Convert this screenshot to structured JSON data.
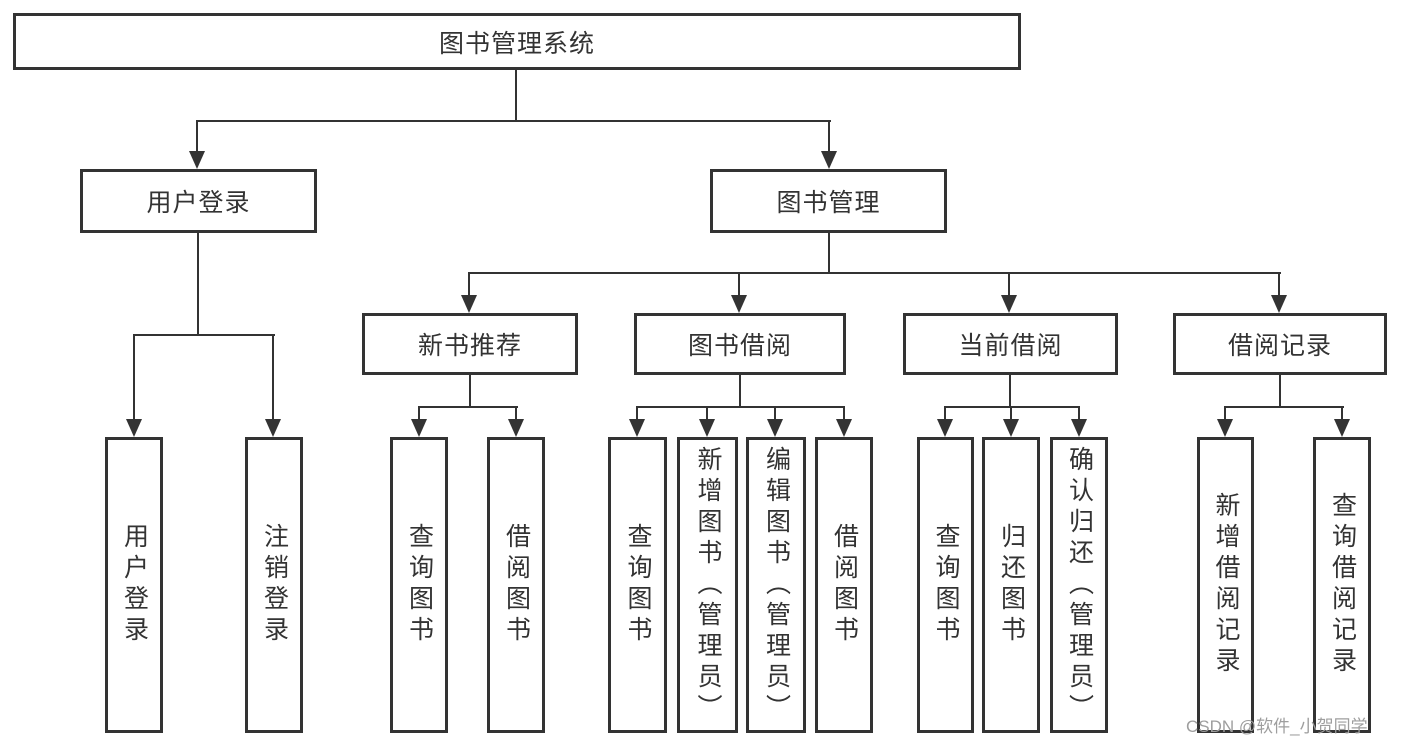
{
  "tree": {
    "label": "图书管理系统",
    "children": [
      {
        "label": "用户登录",
        "children": [
          {
            "label": "用户登录"
          },
          {
            "label": "注销登录"
          }
        ]
      },
      {
        "label": "图书管理",
        "children": [
          {
            "label": "新书推荐",
            "children": [
              {
                "label": "查询图书"
              },
              {
                "label": "借阅图书"
              }
            ]
          },
          {
            "label": "图书借阅",
            "children": [
              {
                "label": "查询图书"
              },
              {
                "label": "新增图书（管理员）"
              },
              {
                "label": "编辑图书（管理员）"
              },
              {
                "label": "借阅图书"
              }
            ]
          },
          {
            "label": "当前借阅",
            "children": [
              {
                "label": "查询图书"
              },
              {
                "label": "归还图书"
              },
              {
                "label": "确认归还（管理员）"
              }
            ]
          },
          {
            "label": "借阅记录",
            "children": [
              {
                "label": "新增借阅记录"
              },
              {
                "label": "查询借阅记录"
              }
            ]
          }
        ]
      }
    ]
  },
  "watermark": {
    "text": "CSDN @软件_小贺同学"
  },
  "colors": {
    "line": "#333333",
    "box_bg": "#ffffff",
    "background": "#ffffff",
    "watermark": "#9e9e9e"
  }
}
